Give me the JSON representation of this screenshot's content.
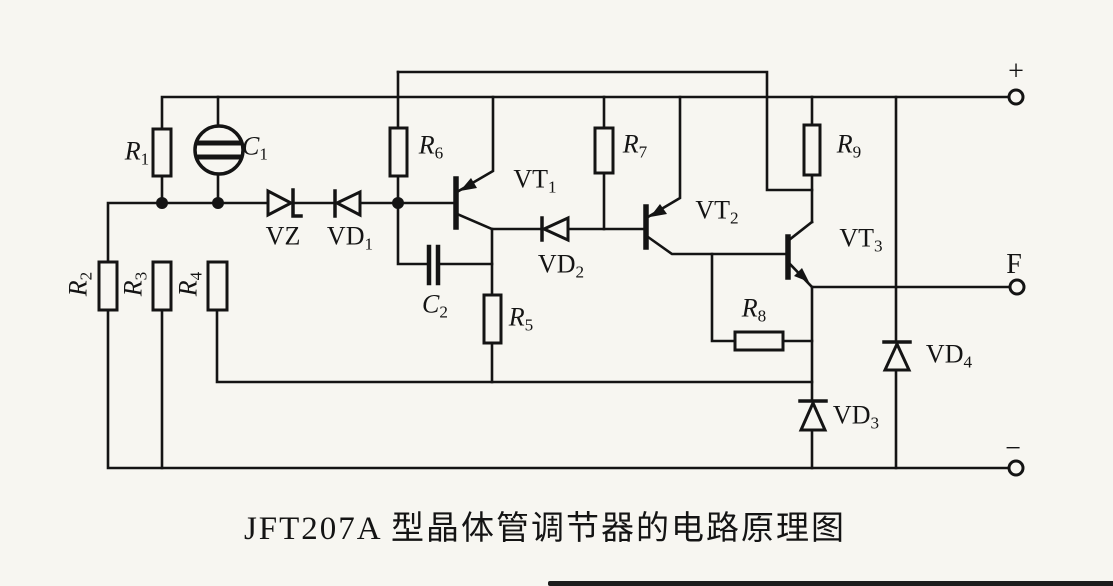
{
  "caption": "JFT207A 型晶体管调节器的电路原理图",
  "colors": {
    "ink": "#141414",
    "paper": "#f7f6f1"
  },
  "terminals": {
    "positive": "+",
    "field": "F",
    "negative": "−"
  },
  "components": {
    "r1": {
      "main": "R",
      "sub": "1"
    },
    "r2": {
      "main": "R",
      "sub": "2"
    },
    "r3": {
      "main": "R",
      "sub": "3"
    },
    "r4": {
      "main": "R",
      "sub": "4"
    },
    "r5": {
      "main": "R",
      "sub": "5"
    },
    "r6": {
      "main": "R",
      "sub": "6"
    },
    "r7": {
      "main": "R",
      "sub": "7"
    },
    "r8": {
      "main": "R",
      "sub": "8"
    },
    "r9": {
      "main": "R",
      "sub": "9"
    },
    "c1": {
      "main": "C",
      "sub": "1"
    },
    "c2": {
      "main": "C",
      "sub": "2"
    },
    "vz": {
      "main": "VZ",
      "sub": ""
    },
    "vd1": {
      "main": "VD",
      "sub": "1"
    },
    "vd2": {
      "main": "VD",
      "sub": "2"
    },
    "vd3": {
      "main": "VD",
      "sub": "3"
    },
    "vd4": {
      "main": "VD",
      "sub": "4"
    },
    "vt1": {
      "main": "VT",
      "sub": "1"
    },
    "vt2": {
      "main": "VT",
      "sub": "2"
    },
    "vt3": {
      "main": "VT",
      "sub": "3"
    }
  }
}
